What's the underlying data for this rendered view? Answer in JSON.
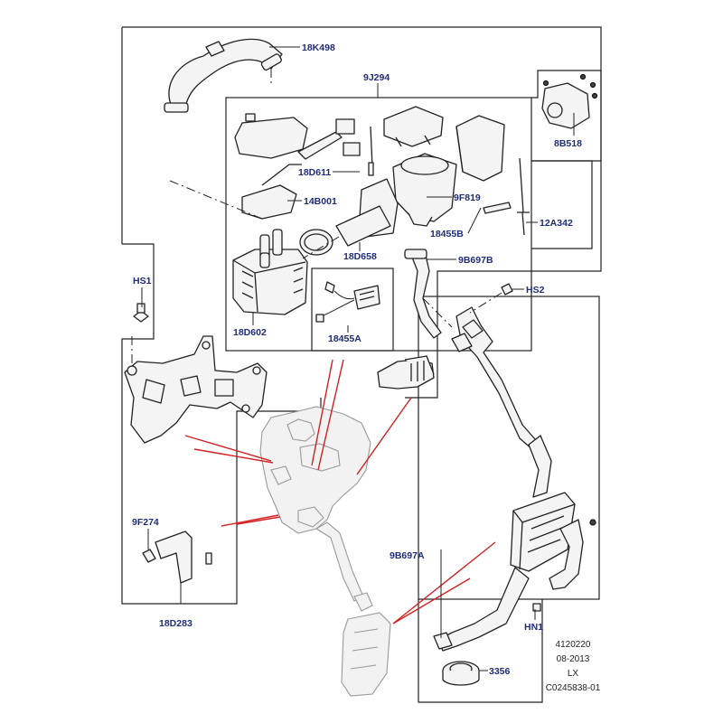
{
  "labels": {
    "p18K498": "18K498",
    "p9J294": "9J294",
    "p8B518": "8B518",
    "p18D611": "18D611",
    "p14B001": "14B001",
    "p9F819": "9F819",
    "p12A342": "12A342",
    "p18455B": "18455B",
    "p18D658": "18D658",
    "p9B697B": "9B697B",
    "pHS1": "HS1",
    "pHS2": "HS2",
    "p18D602": "18D602",
    "p18455A": "18455A",
    "p9F274": "9F274",
    "p9B697A": "9B697A",
    "p18D283": "18D283",
    "pHN1": "HN1",
    "p3356": "3356"
  },
  "info_block": {
    "line1": "4120220",
    "line2": "08-2013",
    "line3": "LX",
    "line4": "C0245838-01"
  },
  "colors": {
    "label": "#1f2c7a",
    "line": "#222222",
    "highlight": "#d42020"
  }
}
